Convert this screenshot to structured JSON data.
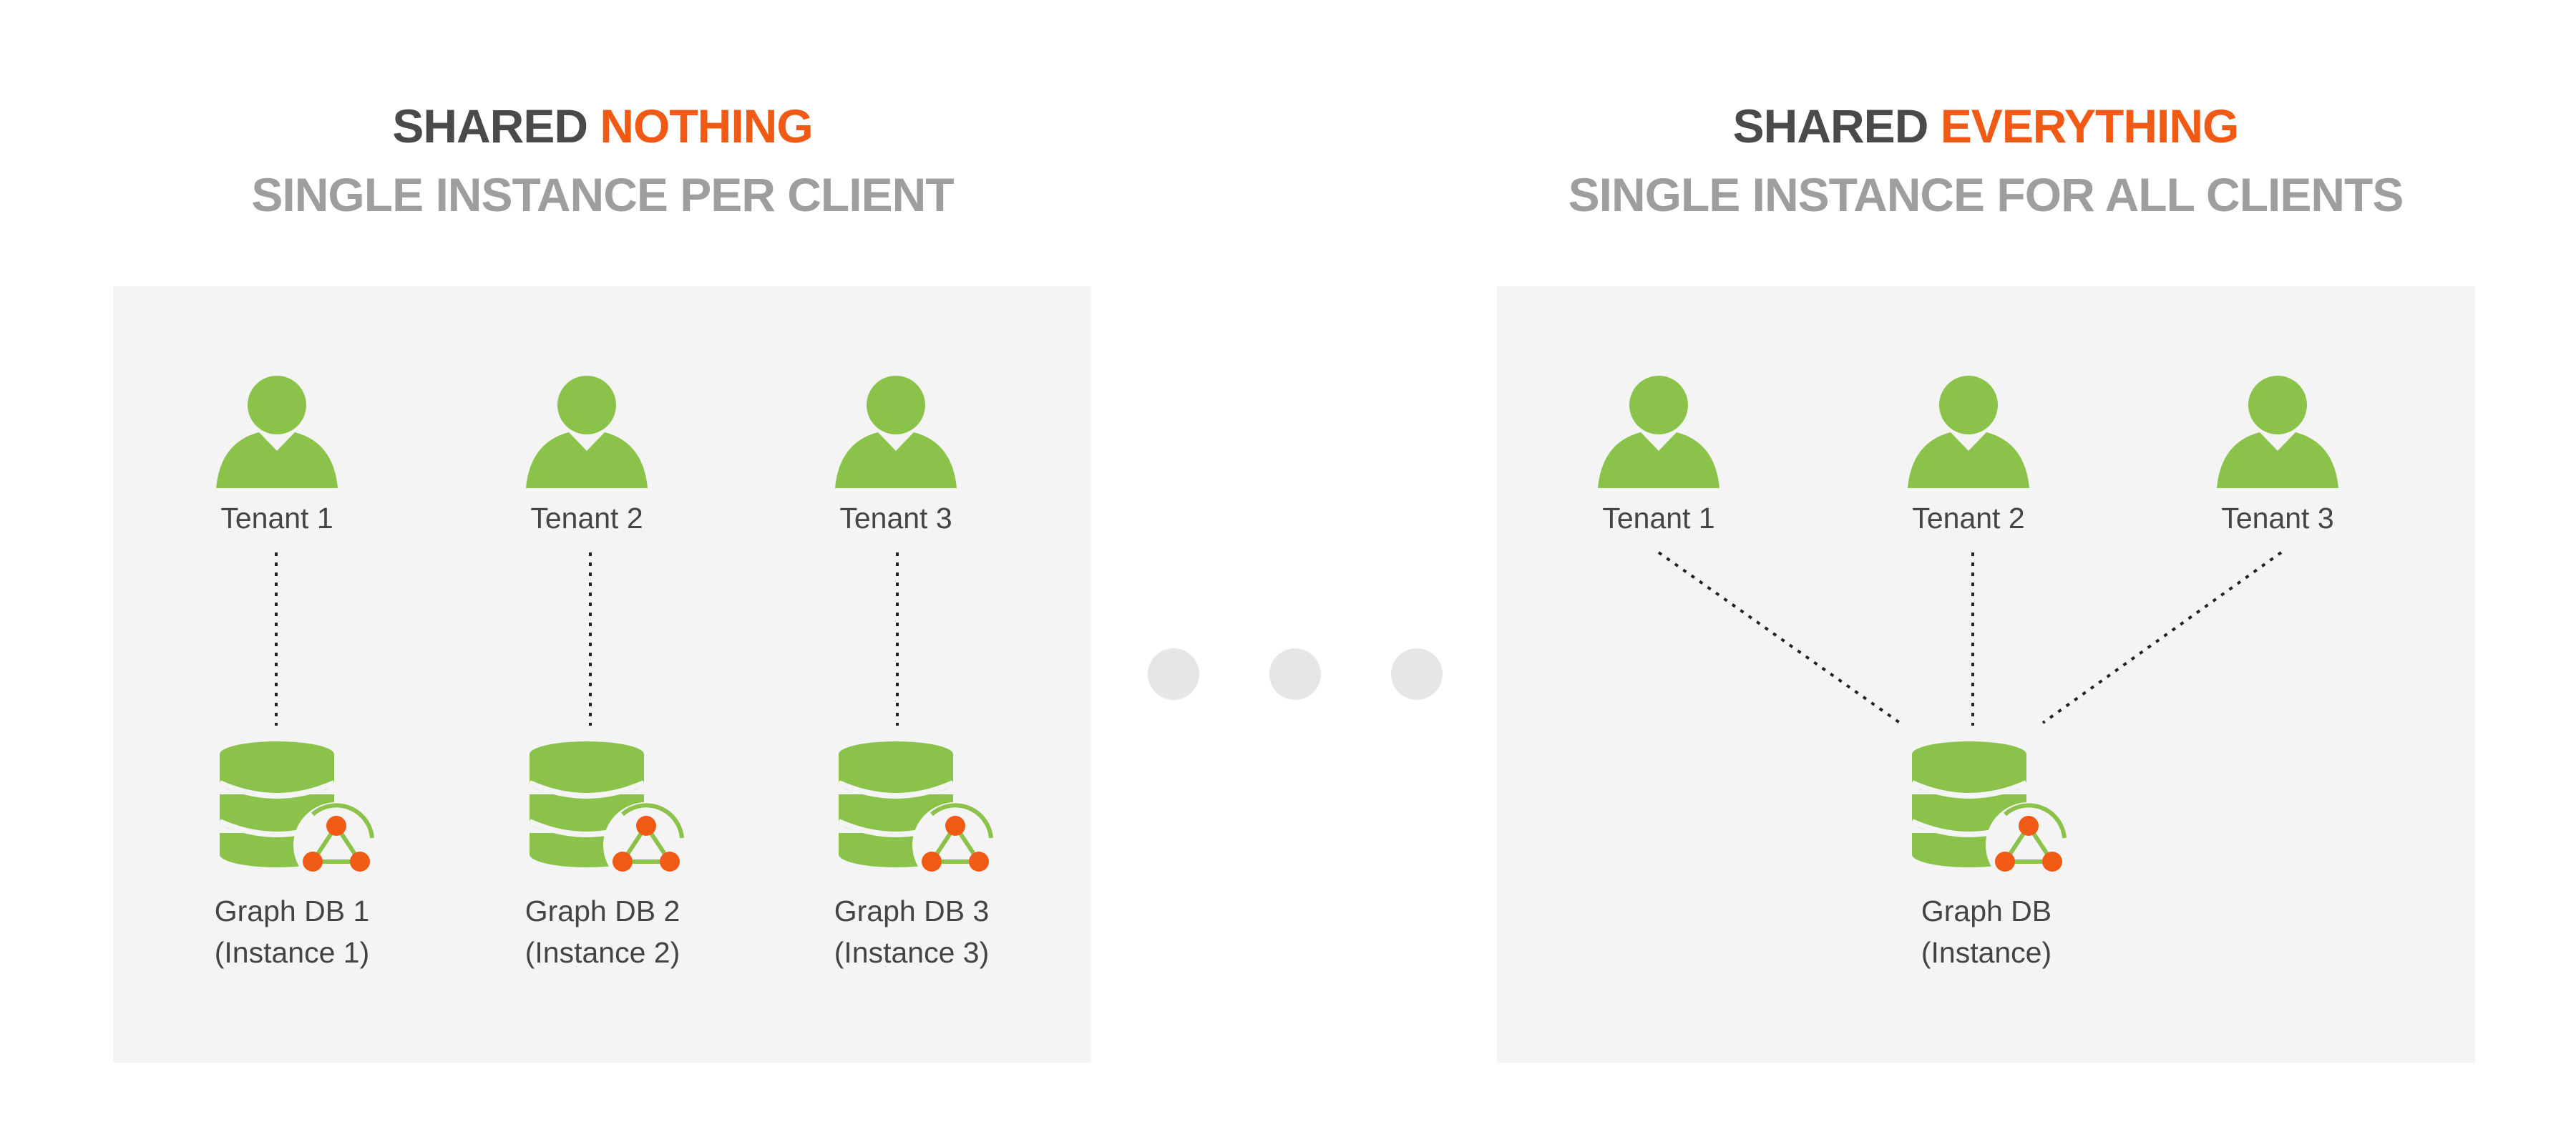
{
  "left": {
    "title_prefix": "SHARED",
    "title_accent": "NOTHING",
    "subtitle": "SINGLE INSTANCE PER CLIENT",
    "tenants": [
      {
        "label": "Tenant 1"
      },
      {
        "label": "Tenant 2"
      },
      {
        "label": "Tenant 3"
      }
    ],
    "databases": [
      {
        "line1": "Graph DB 1",
        "line2": "(Instance 1)"
      },
      {
        "line1": "Graph DB 2",
        "line2": "(Instance 2)"
      },
      {
        "line1": "Graph DB 3",
        "line2": "(Instance 3)"
      }
    ]
  },
  "right": {
    "title_prefix": "SHARED",
    "title_accent": "EVERYTHING",
    "subtitle": "SINGLE INSTANCE FOR ALL CLIENTS",
    "tenants": [
      {
        "label": "Tenant 1"
      },
      {
        "label": "Tenant 2"
      },
      {
        "label": "Tenant 3"
      }
    ],
    "database": {
      "line1": "Graph DB",
      "line2": "(Instance)"
    }
  },
  "colors": {
    "accent": "#f05a14",
    "title_dark": "#4a4a4a",
    "subtitle_gray": "#9e9e9e",
    "icon_green": "#8bc34a",
    "panel_bg": "#f4f4f4",
    "separator_dot": "#e6e6e6"
  },
  "icons": {
    "tenant": "user-icon",
    "database": "graph-database-icon"
  }
}
